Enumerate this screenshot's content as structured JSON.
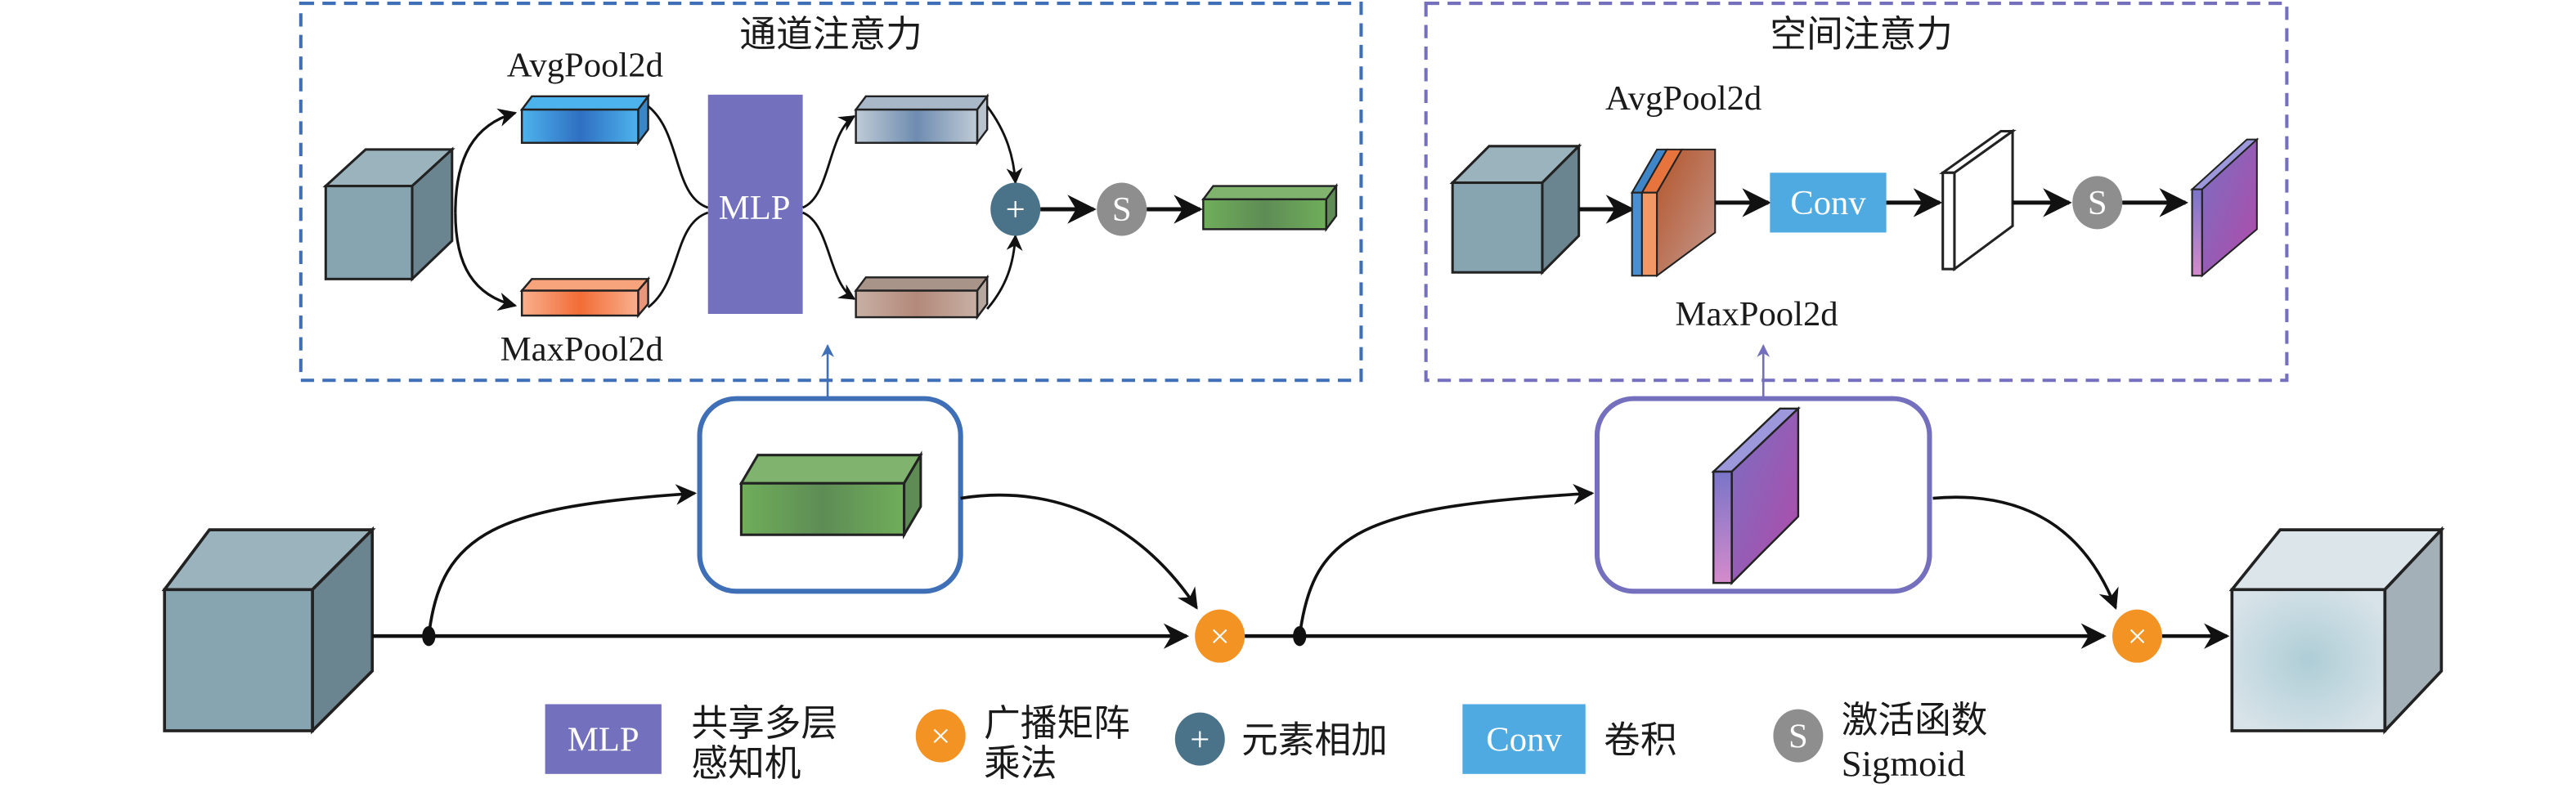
{
  "diagram": {
    "type": "CBAM attention module architecture",
    "channel_attention": {
      "title": "通道注意力",
      "avgpool_label": "AvgPool2d",
      "maxpool_label": "MaxPool2d",
      "mlp_label": "MLP",
      "add_symbol": "+",
      "sigmoid_symbol": "S"
    },
    "spatial_attention": {
      "title": "空间注意力",
      "avgpool_label": "AvgPool2d",
      "maxpool_label": "MaxPool2d",
      "conv_label": "Conv",
      "sigmoid_symbol": "S"
    },
    "main_flow": {
      "multiply_symbol_1": "×",
      "multiply_symbol_2": "×"
    },
    "legend": {
      "mlp": {
        "symbol": "MLP",
        "line1": "共享多层",
        "line2": "感知机"
      },
      "multiply": {
        "symbol": "×",
        "line1": "广播矩阵",
        "line2": "乘法"
      },
      "add": {
        "symbol": "+",
        "text": "元素相加"
      },
      "conv": {
        "symbol": "Conv",
        "text": "卷积"
      },
      "sigmoid": {
        "symbol": "S",
        "line1": "激活函数",
        "line2": "Sigmoid"
      }
    },
    "colors": {
      "channel_border": "#3f6fb6",
      "spatial_border": "#7470bd",
      "mlp": "#7371bd",
      "conv": "#4eaae0",
      "multiply": "#f39323",
      "add": "#4a7389",
      "sigmoid": "#8e8e8e",
      "feature_cube": "#86a5b0"
    }
  }
}
